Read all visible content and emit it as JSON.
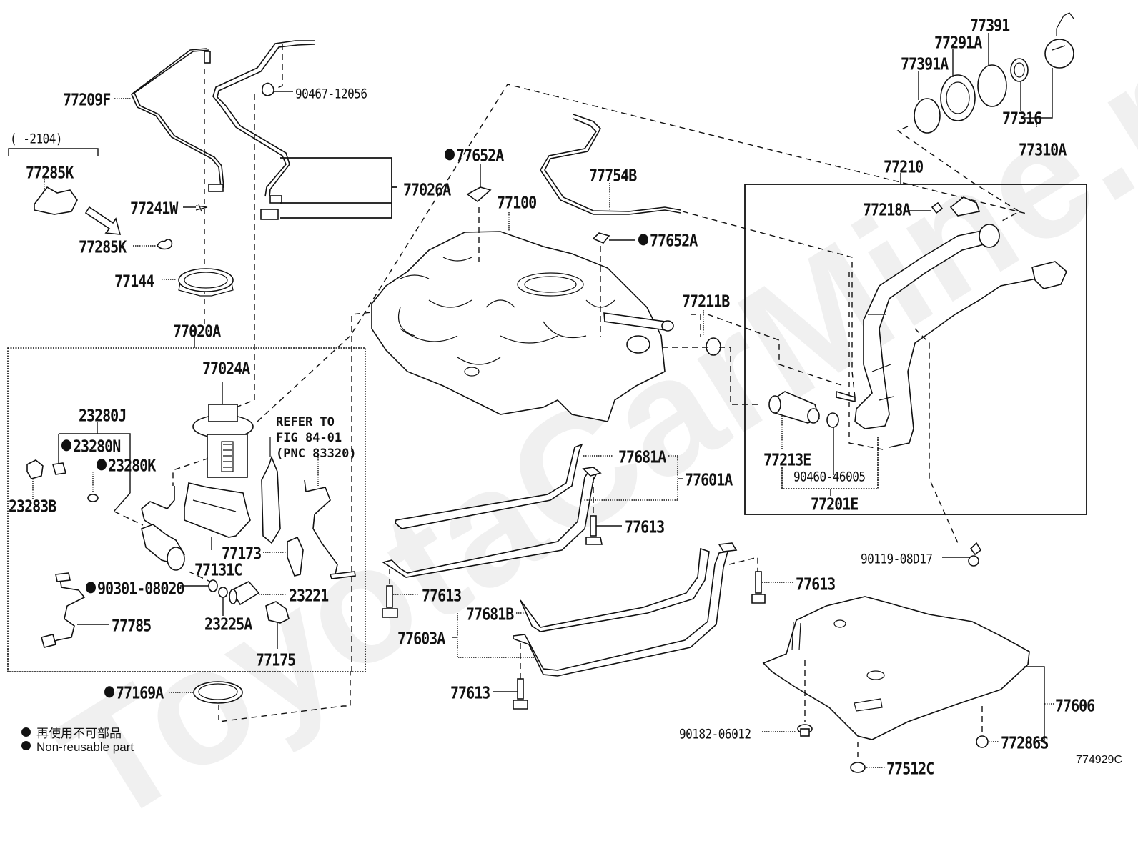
{
  "diagram": {
    "figure_id": "774929C",
    "watermark": "ToyotaCarMine.ru",
    "legend": {
      "symbol": "filled-circle",
      "line_jp": "再使用不可部品",
      "line_en": "Non-reusable part"
    },
    "date_range_note": "(   -2104)",
    "refer_note": {
      "line1": "REFER TO",
      "line2": "FIG 84-01",
      "line3": "(PNC 83320)"
    },
    "parts": {
      "p77209F": {
        "code": "77209F",
        "non_reusable": false
      },
      "p90467_12056": {
        "code": "90467-12056",
        "non_reusable": false
      },
      "p77285K_a": {
        "code": "77285K",
        "non_reusable": false
      },
      "p77285K_b": {
        "code": "77285K",
        "non_reusable": false
      },
      "p77241W": {
        "code": "77241W",
        "non_reusable": false
      },
      "p77026A": {
        "code": "77026A",
        "non_reusable": false
      },
      "p77144": {
        "code": "77144",
        "non_reusable": false
      },
      "p77020A": {
        "code": "77020A",
        "non_reusable": false
      },
      "p77024A": {
        "code": "77024A",
        "non_reusable": false
      },
      "p23280J": {
        "code": "23280J",
        "non_reusable": false
      },
      "p23280N": {
        "code": "23280N",
        "non_reusable": true
      },
      "p23280K": {
        "code": "23280K",
        "non_reusable": true
      },
      "p23283B": {
        "code": "23283B",
        "non_reusable": false
      },
      "p77131C": {
        "code": "77131C",
        "non_reusable": false
      },
      "p77173": {
        "code": "77173",
        "non_reusable": false
      },
      "p90301_08020": {
        "code": "90301-08020",
        "non_reusable": true
      },
      "p23221": {
        "code": "23221",
        "non_reusable": false
      },
      "p77785": {
        "code": "77785",
        "non_reusable": false
      },
      "p23225A": {
        "code": "23225A",
        "non_reusable": false
      },
      "p77175": {
        "code": "77175",
        "non_reusable": false
      },
      "p77169A": {
        "code": "77169A",
        "non_reusable": true
      },
      "p77652A_a": {
        "code": "77652A",
        "non_reusable": true
      },
      "p77652A_b": {
        "code": "77652A",
        "non_reusable": true
      },
      "p77100": {
        "code": "77100",
        "non_reusable": false
      },
      "p77754B": {
        "code": "77754B",
        "non_reusable": false
      },
      "p77211B": {
        "code": "77211B",
        "non_reusable": false
      },
      "p77391": {
        "code": "77391",
        "non_reusable": false
      },
      "p77291A": {
        "code": "77291A",
        "non_reusable": false
      },
      "p77391A": {
        "code": "77391A",
        "non_reusable": false
      },
      "p77316": {
        "code": "77316",
        "non_reusable": false
      },
      "p77310A": {
        "code": "77310A",
        "non_reusable": false
      },
      "p77210": {
        "code": "77210",
        "non_reusable": false
      },
      "p77218A": {
        "code": "77218A",
        "non_reusable": false
      },
      "p77213E": {
        "code": "77213E",
        "non_reusable": false
      },
      "p90460_46005": {
        "code": "90460-46005",
        "non_reusable": false
      },
      "p77201E": {
        "code": "77201E",
        "non_reusable": false
      },
      "p90119_08D17": {
        "code": "90119-08D17",
        "non_reusable": false
      },
      "p77681A": {
        "code": "77681A",
        "non_reusable": false
      },
      "p77601A": {
        "code": "77601A",
        "non_reusable": false
      },
      "p77613_a": {
        "code": "77613",
        "non_reusable": false
      },
      "p77613_b": {
        "code": "77613",
        "non_reusable": false
      },
      "p77613_c": {
        "code": "77613",
        "non_reusable": false
      },
      "p77613_d": {
        "code": "77613",
        "non_reusable": false
      },
      "p77681B": {
        "code": "77681B",
        "non_reusable": false
      },
      "p77603A": {
        "code": "77603A",
        "non_reusable": false
      },
      "p77606": {
        "code": "77606",
        "non_reusable": false
      },
      "p90182_06012": {
        "code": "90182-06012",
        "non_reusable": false
      },
      "p77286S": {
        "code": "77286S",
        "non_reusable": false
      },
      "p77512C": {
        "code": "77512C",
        "non_reusable": false
      }
    }
  }
}
